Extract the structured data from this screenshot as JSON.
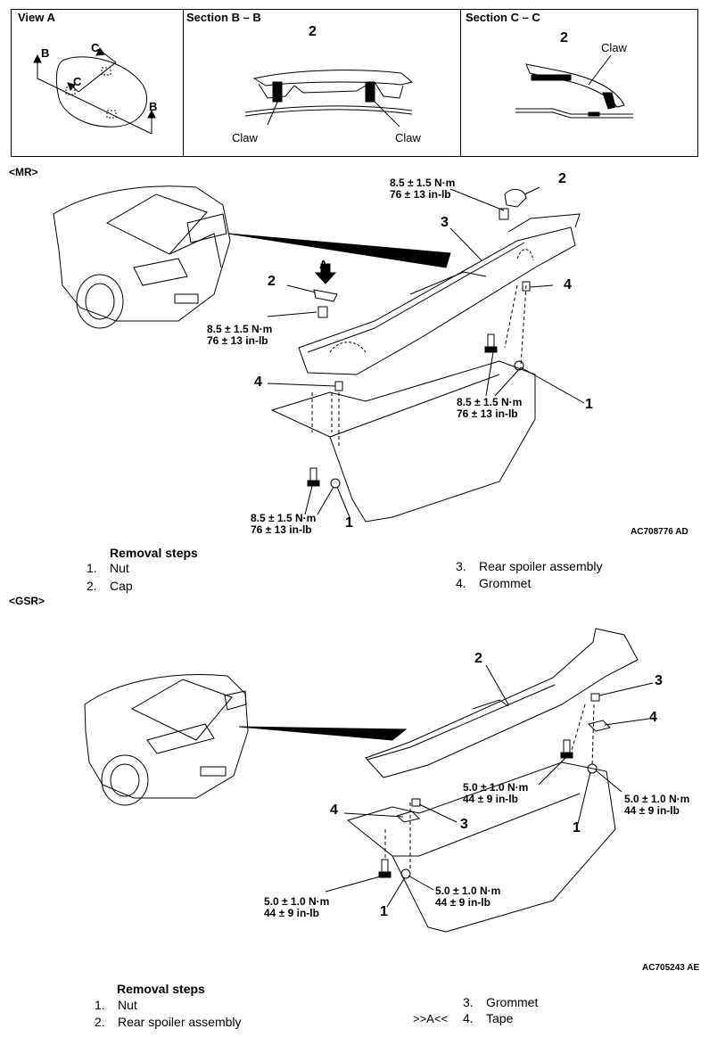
{
  "top_panels": {
    "view_a": {
      "title": "View A",
      "label_b": "B",
      "label_c": "C"
    },
    "section_bb": {
      "title": "Section B – B",
      "part_no": "2",
      "claw_left": "Claw",
      "claw_right": "Claw"
    },
    "section_cc": {
      "title": "Section C – C",
      "part_no": "2",
      "claw": "Claw"
    }
  },
  "mr": {
    "variant": "<MR>",
    "callouts": {
      "p2_top": "2",
      "p3": "3",
      "p4_right": "4",
      "p2_left": "2",
      "arrow_a": "A",
      "p4_left": "4",
      "p1_right": "1",
      "p1_bottom": "1"
    },
    "torques": {
      "t1_nm": "8.5 ± 1.5 N·m",
      "t1_in": "76 ± 13 in-lb",
      "t2_nm": "8.5 ± 1.5 N·m",
      "t2_in": "76 ± 13 in-lb",
      "t3_nm": "8.5 ± 1.5 N·m",
      "t3_in": "76 ± 13 in-lb",
      "t4_nm": "8.5 ± 1.5 N·m",
      "t4_in": "76 ± 13 in-lb"
    },
    "code": "AC708776 AD",
    "removal_title": "Removal steps",
    "steps_left": [
      {
        "n": "1.",
        "t": "Nut"
      },
      {
        "n": "2.",
        "t": "Cap"
      }
    ],
    "steps_right": [
      {
        "n": "3.",
        "t": "Rear spoiler assembly"
      },
      {
        "n": "4.",
        "t": "Grommet"
      }
    ]
  },
  "gsr": {
    "variant": "<GSR>",
    "callouts": {
      "p2": "2",
      "p3_right": "3",
      "p4_right": "4",
      "p1_right": "1",
      "p4_left": "4",
      "p3_left": "3",
      "p1_bottom": "1"
    },
    "torques": {
      "t1_nm": "5.0 ± 1.0 N·m",
      "t1_in": "44 ± 9 in-lb",
      "t2_nm": "5.0 ± 1.0 N·m",
      "t2_in": "44 ± 9 in-lb",
      "t3_nm": "5.0 ± 1.0 N·m",
      "t3_in": "44 ± 9 in-lb",
      "t4_nm": "5.0 ± 1.0 N·m",
      "t4_in": "44 ± 9 in-lb"
    },
    "code": "AC705243 AE",
    "removal_title": "Removal steps",
    "steps_left": [
      {
        "n": "1.",
        "t": "Nut"
      },
      {
        "n": "2.",
        "t": "Rear spoiler assembly"
      }
    ],
    "steps_right": [
      {
        "n": "3.",
        "t": "Grommet"
      },
      {
        "n": "4.",
        "t": "Tape"
      }
    ],
    "marker": ">>A<<"
  }
}
